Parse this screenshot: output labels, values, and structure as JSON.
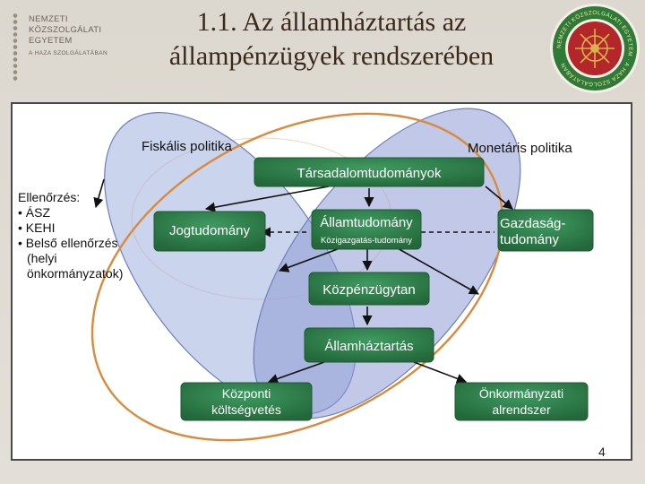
{
  "header": {
    "title_line1": "1.1. Az államháztartás az",
    "title_line2": "állampénzügyek rendszerében"
  },
  "logo_left": {
    "line1": "NEMZETI",
    "line2": "KÖZSZOLGÁLATI",
    "line3": "EGYETEM",
    "line4": "A HAZA SZOLGÁLATÁBAN"
  },
  "seal": {
    "ring_text": "NEMZETI KÖZSZOLGÁLATI EGYETEM · A HAZA SZOLGÁLATÁBAN",
    "outer_color": "#2f7a36",
    "inner_color": "#b3262a",
    "gold_color": "#d8b24a"
  },
  "diagram": {
    "fiskalis_label": "Fiskális politika",
    "monetaris_label": "Monetáris politika",
    "tarsadalom": "Társadalomtudományok",
    "jog": "Jogtudomány",
    "allam": "Államtudomány",
    "kozigazgatas": "Közigazgatás-tudomány",
    "gazdasag_1": "Gazdaság-",
    "gazdasag_2": "tudomány",
    "kozpenz": "Közpénzügytan",
    "allamhaztartas": "Államháztartás",
    "kozponti_1": "Központi",
    "kozponti_2": "költségvetés",
    "onkorm_1": "Önkormányzati",
    "onkorm_2": "alrendszer",
    "box_color": "#2e7d4a",
    "ellipse_fill": "#9ca9d8",
    "orange_color": "#d98a3c"
  },
  "ellenorzes": {
    "title": "Ellenőrzés:",
    "items": [
      "ÁSZ",
      "KEHI",
      "Belső ellenőrzés",
      "(helyi",
      "önkormányzatok)"
    ]
  },
  "page_number": "4"
}
